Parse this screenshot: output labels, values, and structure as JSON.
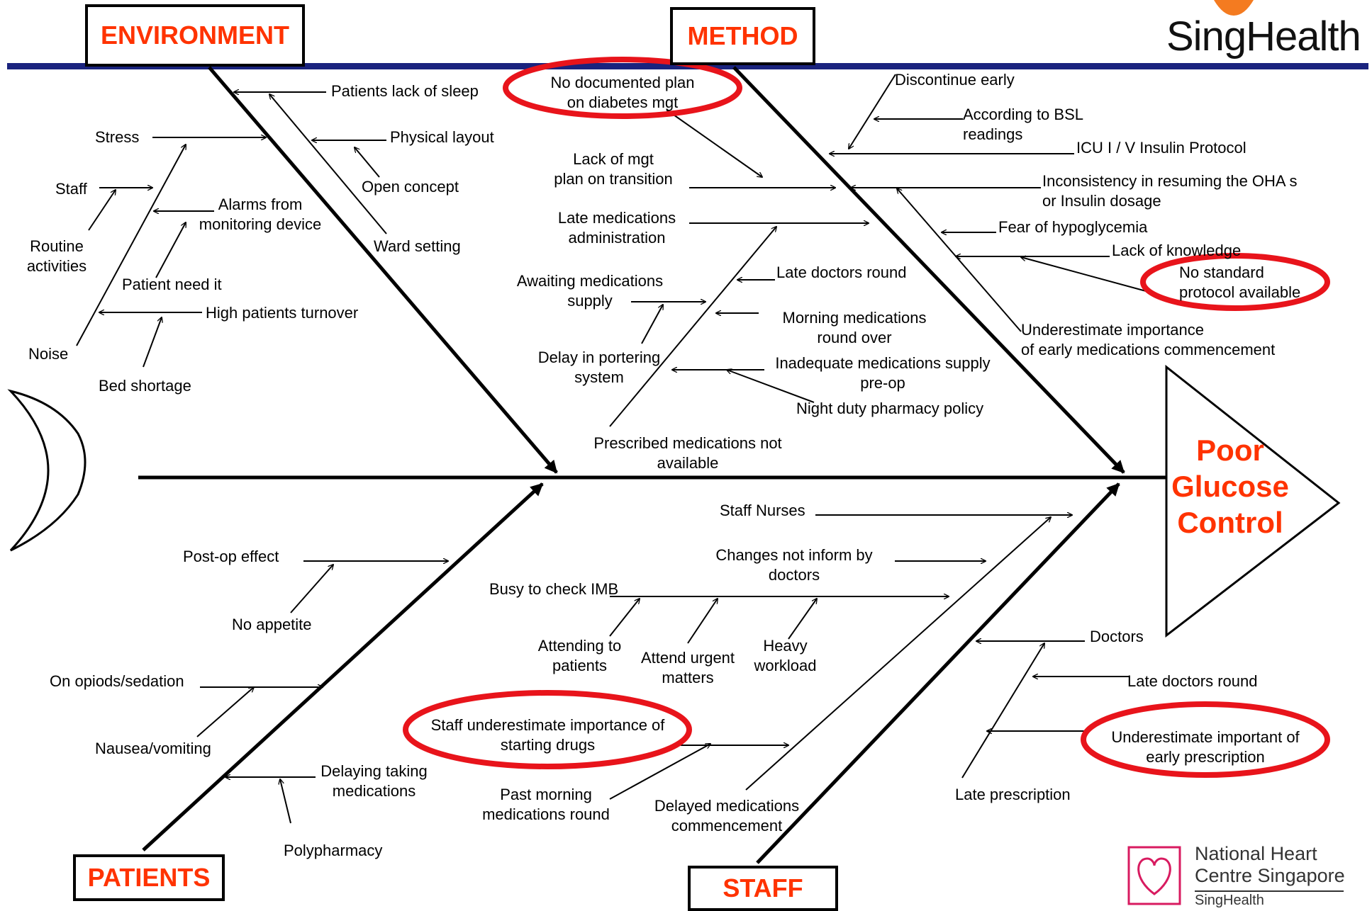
{
  "logos": {
    "top_right": "SingHealth",
    "bottom_right_line1": "National Heart",
    "bottom_right_line2": "Centre Singapore",
    "bottom_right_sub": "SingHealth"
  },
  "effect": [
    "Poor",
    "Glucose",
    "Control"
  ],
  "categories": {
    "environment": "ENVIRONMENT",
    "method": "METHOD",
    "patients": "PATIENTS",
    "staff": "STAFF"
  },
  "causes": {
    "environment": {
      "patients_lack_of_sleep": "Patients lack of sleep",
      "stress": "Stress",
      "physical_layout": "Physical layout",
      "staff": "Staff",
      "open_concept": "Open concept",
      "alarms_1": "Alarms from",
      "alarms_2": "monitoring device",
      "routine_1": "Routine",
      "routine_2": "activities",
      "ward_setting": "Ward setting",
      "patient_need_it": "Patient need it",
      "high_turnover": "High patients turnover",
      "noise": "Noise",
      "bed_shortage": "Bed shortage"
    },
    "method": {
      "no_plan_1": "No documented plan",
      "no_plan_2": "on diabetes mgt",
      "discontinue_early": "Discontinue early",
      "bsl_1": "According to BSL",
      "bsl_2": "readings",
      "icu": "ICU I / V  Insulin Protocol",
      "lack_plan_1": "Lack of mgt",
      "lack_plan_2": "plan on transition",
      "inconsistency_1": "Inconsistency in resuming  the OHA s",
      "inconsistency_2": "or Insulin dosage",
      "late_admin_1": "Late  medications",
      "late_admin_2": "administration",
      "fear_hypo": "Fear of hypoglycemia",
      "lack_knowledge": "Lack of knowledge",
      "awaiting_1": "Awaiting medications",
      "awaiting_2": "supply",
      "late_doctors_round": "Late doctors round",
      "no_protocol_1": "No standard",
      "no_protocol_2": "protocol available",
      "morning_1": "Morning medications",
      "morning_2": "round over",
      "underestimate_1": "Underestimate importance",
      "underestimate_2": "of early  medications  commencement",
      "portering_1": "Delay in portering",
      "portering_2": "system",
      "inadequate_1": "Inadequate medications supply",
      "inadequate_2": "pre-op",
      "night_pharmacy": "Night duty pharmacy policy",
      "not_available_1": "Prescribed medications not",
      "not_available_2": "available"
    },
    "patients": {
      "post_op": "Post-op effect",
      "no_appetite": "No appetite",
      "opiods": "On opiods/sedation",
      "nausea": "Nausea/vomiting",
      "delaying_1": "Delaying taking",
      "delaying_2": "medications",
      "polypharmacy": "Polypharmacy"
    },
    "staff": {
      "staff_nurses": "Staff Nurses",
      "changes_1": "Changes not inform by",
      "changes_2": "doctors",
      "busy_imb": "Busy to check IMB",
      "attending_1": "Attending to",
      "attending_2": "patients",
      "urgent_1": "Attend urgent",
      "urgent_2": "matters",
      "heavy_1": "Heavy",
      "heavy_2": "workload",
      "doctors": "Doctors",
      "late_round": "Late doctors round",
      "underest_start_1": "Staff underestimate importance of",
      "underest_start_2": "starting drugs",
      "underest_presc_1": "Underestimate important of",
      "underest_presc_2": "early prescription",
      "past_morning_1": "Past morning",
      "past_morning_2": "medications round",
      "delayed_1": "Delayed medications",
      "delayed_2": "commencement",
      "late_prescription": "Late prescription"
    }
  },
  "colors": {
    "category_text": "#ff3300",
    "highlight_ring": "#e8141b",
    "header_rule": "#1a237e",
    "logo_accent": "#f47b20",
    "nhcs_logo": "#d81b60"
  }
}
